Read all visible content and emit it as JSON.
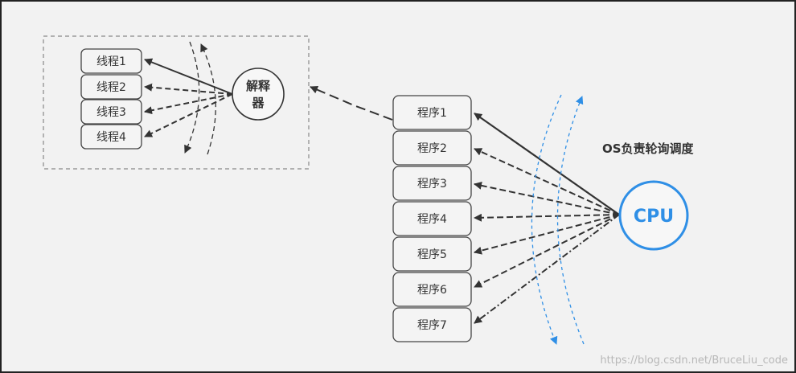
{
  "diagram": {
    "threads": [
      "线程1",
      "线程2",
      "线程3",
      "线程4"
    ],
    "interpreter_label_line1": "解释",
    "interpreter_label_line2": "器",
    "programs": [
      "程序1",
      "程序2",
      "程序3",
      "程序4",
      "程序5",
      "程序6",
      "程序7"
    ],
    "scheduler_label": "OS负责轮询调度",
    "cpu_label": "CPU",
    "watermark": "https://blog.csdn.net/BruceLiu_code"
  },
  "colors": {
    "cpu_blue": "#2f8fe6",
    "line_gray": "#333333",
    "box_fill": "#f4f4f4",
    "group_border": "#888888",
    "background": "#f2f2f2"
  }
}
